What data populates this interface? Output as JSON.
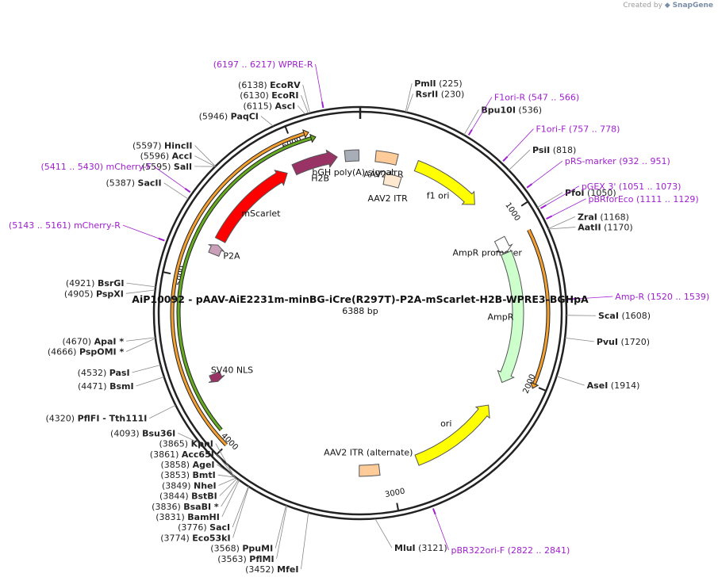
{
  "watermark": {
    "prefix": "Created by",
    "brand": "SnapGene"
  },
  "plasmid": {
    "name": "AiP10092 - pAAV-AiE2231m-minBG-iCre(R297T)-P2A-mScarlet-H2B-WPRE3-BGHpA",
    "length_label": "6388 bp",
    "length": 6388
  },
  "ticks": [
    {
      "bp": 1000,
      "label": "1000"
    },
    {
      "bp": 2000,
      "label": "2000"
    },
    {
      "bp": 3000,
      "label": "3000"
    },
    {
      "bp": 4000,
      "label": "4000"
    },
    {
      "bp": 5000,
      "label": "5000"
    },
    {
      "bp": 6000,
      "label": "6000"
    }
  ],
  "sites": [
    {
      "pos": "(225)",
      "name": "PmlI",
      "side": "right",
      "bp": 225
    },
    {
      "pos": "(230)",
      "name": "RsrII",
      "side": "right",
      "bp": 230
    },
    {
      "pos": "(536)",
      "name": "Bpu10I",
      "side": "right",
      "bp": 536
    },
    {
      "pos": "(818)",
      "name": "PsiI",
      "side": "right",
      "bp": 818
    },
    {
      "pos": "(1050)",
      "name": "PfoI",
      "side": "right",
      "bp": 1050
    },
    {
      "pos": "(1168)",
      "name": "ZraI",
      "side": "right",
      "bp": 1168
    },
    {
      "pos": "(1170)",
      "name": "AatII",
      "side": "right",
      "bp": 1170
    },
    {
      "pos": "(1608)",
      "name": "ScaI",
      "side": "right",
      "bp": 1608
    },
    {
      "pos": "(1720)",
      "name": "PvuI",
      "side": "right",
      "bp": 1720
    },
    {
      "pos": "(1914)",
      "name": "AseI",
      "side": "right",
      "bp": 1914
    },
    {
      "pos": "(3121)",
      "name": "MluI",
      "side": "right",
      "bp": 3121
    },
    {
      "pos": "(3452)",
      "name": "MfeI",
      "side": "left",
      "bp": 3452
    },
    {
      "pos": "(3563)",
      "name": "PflMI",
      "side": "left",
      "bp": 3563
    },
    {
      "pos": "(3568)",
      "name": "PpuMI",
      "side": "left",
      "bp": 3568
    },
    {
      "pos": "(3774)",
      "name": "Eco53kI",
      "side": "left",
      "bp": 3774
    },
    {
      "pos": "(3776)",
      "name": "SacI",
      "side": "left",
      "bp": 3776
    },
    {
      "pos": "(3831)",
      "name": "BamHI",
      "side": "left",
      "bp": 3831
    },
    {
      "pos": "(3836)",
      "name": "BsaBI *",
      "side": "left",
      "bp": 3836
    },
    {
      "pos": "(3844)",
      "name": "BstBI",
      "side": "left",
      "bp": 3844
    },
    {
      "pos": "(3849)",
      "name": "NheI",
      "side": "left",
      "bp": 3849
    },
    {
      "pos": "(3853)",
      "name": "BmtI",
      "side": "left",
      "bp": 3853
    },
    {
      "pos": "(3858)",
      "name": "AgeI",
      "side": "left",
      "bp": 3858
    },
    {
      "pos": "(3861)",
      "name": "Acc65I",
      "side": "left",
      "bp": 3861
    },
    {
      "pos": "(3865)",
      "name": "KpnI",
      "side": "left",
      "bp": 3865
    },
    {
      "pos": "(4093)",
      "name": "Bsu36I",
      "side": "left",
      "bp": 4093
    },
    {
      "pos": "(4320)",
      "name": "PflFI - Tth111I",
      "side": "left",
      "bp": 4320
    },
    {
      "pos": "(4471)",
      "name": "BsmI",
      "side": "left",
      "bp": 4471
    },
    {
      "pos": "(4532)",
      "name": "PasI",
      "side": "left",
      "bp": 4532
    },
    {
      "pos": "(4666)",
      "name": "PspOMI *",
      "side": "left",
      "bp": 4666
    },
    {
      "pos": "(4670)",
      "name": "ApaI *",
      "side": "left",
      "bp": 4670
    },
    {
      "pos": "(4905)",
      "name": "PspXI",
      "side": "left",
      "bp": 4905
    },
    {
      "pos": "(4921)",
      "name": "BsrGI",
      "side": "left",
      "bp": 4921
    },
    {
      "pos": "(5387)",
      "name": "SacII",
      "side": "left",
      "bp": 5387
    },
    {
      "pos": "(5595)",
      "name": "SalI",
      "side": "left",
      "bp": 5595
    },
    {
      "pos": "(5596)",
      "name": "AccI",
      "side": "left",
      "bp": 5596
    },
    {
      "pos": "(5597)",
      "name": "HincII",
      "side": "left",
      "bp": 5597
    },
    {
      "pos": "(5946)",
      "name": "PaqCI",
      "side": "left",
      "bp": 5946
    },
    {
      "pos": "(6115)",
      "name": "AscI",
      "side": "left",
      "bp": 6115
    },
    {
      "pos": "(6130)",
      "name": "EcoRI",
      "side": "left",
      "bp": 6130
    },
    {
      "pos": "(6138)",
      "name": "EcoRV",
      "side": "left",
      "bp": 6138
    }
  ],
  "primers": [
    {
      "name": "WPRE-R",
      "range": "(6197 .. 6217)",
      "bp": 6207
    },
    {
      "name": "F1ori-R",
      "range": "(547 .. 566)",
      "bp": 556
    },
    {
      "name": "F1ori-F",
      "range": "(757 .. 778)",
      "bp": 767
    },
    {
      "name": "pRS-marker",
      "range": "(932 .. 951)",
      "bp": 941
    },
    {
      "name": "pGEX 3'",
      "range": "(1051 .. 1073)",
      "bp": 1062
    },
    {
      "name": "pBRforEco",
      "range": "(1111 .. 1129)",
      "bp": 1120
    },
    {
      "name": "Amp-R",
      "range": "(1520 .. 1539)",
      "bp": 1530
    },
    {
      "name": "pBR322ori-F",
      "range": "(2822 .. 2841)",
      "bp": 2831
    },
    {
      "name": "mCherry-F",
      "range": "(5411 .. 5430)",
      "bp": 5420
    },
    {
      "name": "mCherry-R",
      "range": "(5143 .. 5161)",
      "bp": 5152
    }
  ],
  "features": [
    {
      "name": "f1 ori",
      "start": 370,
      "end": 825,
      "dir": 1,
      "color": "#ffff00",
      "ring": "outer"
    },
    {
      "name": "AmpR promoter",
      "start": 1100,
      "end": 1200,
      "dir": 1,
      "color": "#ffffff",
      "ring": "outer"
    },
    {
      "name": "AmpR",
      "start": 1200,
      "end": 2060,
      "dir": 1,
      "color": "#ccffcc",
      "ring": "outer"
    },
    {
      "name": "ori",
      "start": 2230,
      "end": 2820,
      "dir": -1,
      "color": "#ffff00",
      "ring": "outer"
    },
    {
      "name": "AAV2 ITR",
      "start": 100,
      "end": 240,
      "dir": 0,
      "color": "#ffcc99",
      "ring": "outer"
    },
    {
      "name": "AAV2 ITR",
      "start": 180,
      "end": 300,
      "dir": 0,
      "color": "#ffe8d0",
      "ring": "inner"
    },
    {
      "name": "AAV2 ITR (alternate)",
      "start": 3070,
      "end": 3200,
      "dir": 0,
      "color": "#ffcc99",
      "ring": "outer"
    },
    {
      "name": "bGH poly(A) signal",
      "start": 6290,
      "end": 6380,
      "dir": 0,
      "color": "#a8aeb8",
      "ring": "outer"
    },
    {
      "name": "H2B",
      "start": 5950,
      "end": 6240,
      "dir": 1,
      "color": "#993366",
      "ring": "outer"
    },
    {
      "name": "mScarlet",
      "start": 5280,
      "end": 5900,
      "dir": 1,
      "color": "#ff0000",
      "ring": "outer"
    },
    {
      "name": "P2A",
      "start": 5180,
      "end": 5245,
      "dir": 1,
      "color": "#c9a0b8",
      "ring": "outer"
    },
    {
      "name": "SV40 NLS",
      "start": 4335,
      "end": 4390,
      "dir": -1,
      "color": "#993366",
      "ring": "outer"
    }
  ],
  "arcs": [
    {
      "start": 1130,
      "end": 1990,
      "dir": 1,
      "color": "#f4a030",
      "label": ""
    },
    {
      "start": 4000,
      "end": 6080,
      "dir": 1,
      "color": "#f4a030",
      "label": ""
    },
    {
      "start": 4080,
      "end": 6110,
      "dir": 1,
      "color": "#66aa22",
      "label": ""
    }
  ]
}
